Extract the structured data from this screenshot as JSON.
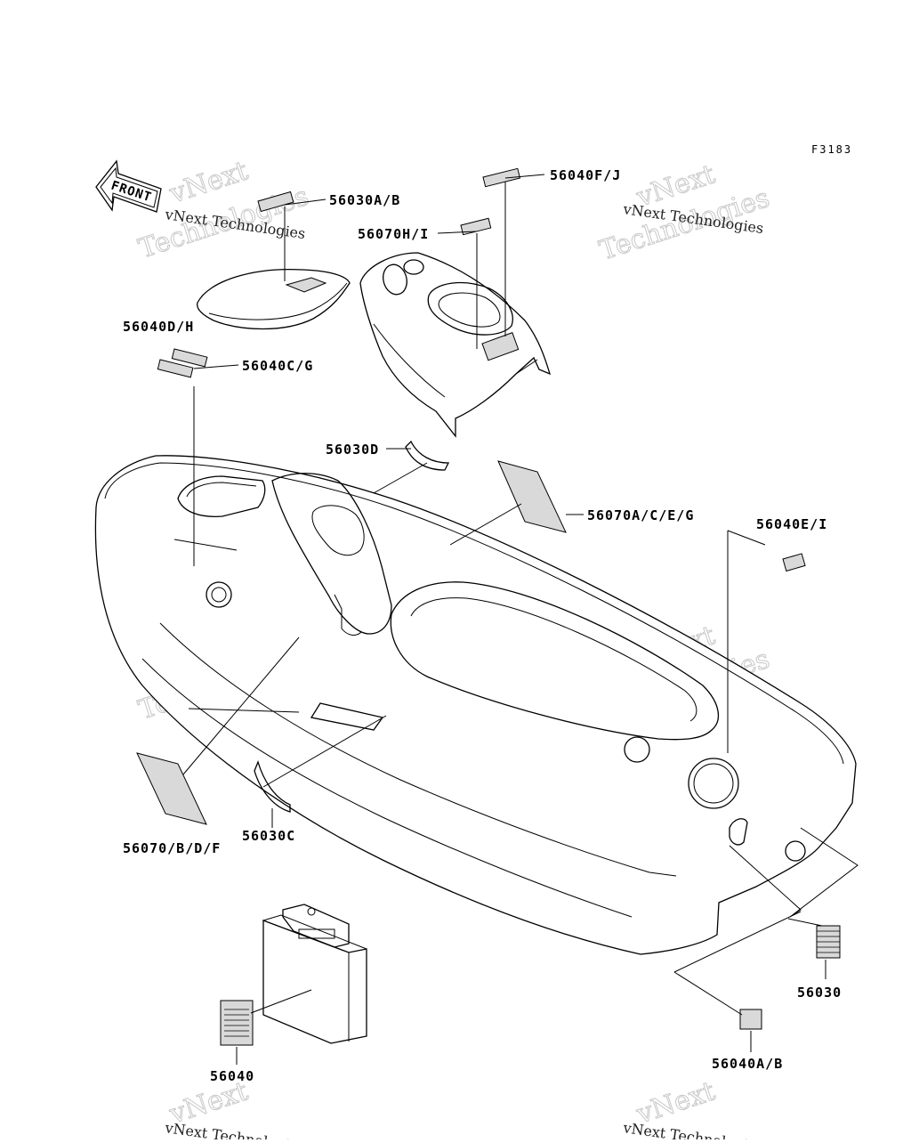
{
  "figure_code": "F3183",
  "front_badge": "FRONT",
  "watermark": {
    "line1": "vNext Technologies",
    "line2a": "vNext",
    "line2b": "Technologies"
  },
  "callouts": [
    {
      "id": "56030AB",
      "text": "56030A/B"
    },
    {
      "id": "56040FJ",
      "text": "56040F/J"
    },
    {
      "id": "56070HI",
      "text": "56070H/I"
    },
    {
      "id": "56040DH",
      "text": "56040D/H"
    },
    {
      "id": "56040CG",
      "text": "56040C/G"
    },
    {
      "id": "56030D",
      "text": "56030D"
    },
    {
      "id": "56070ACEG",
      "text": "56070A/C/E/G"
    },
    {
      "id": "56040EI",
      "text": "56040E/I"
    },
    {
      "id": "56070BDF",
      "text": "56070/B/D/F"
    },
    {
      "id": "56030C",
      "text": "56030C"
    },
    {
      "id": "56030",
      "text": "56030"
    },
    {
      "id": "56040",
      "text": "56040"
    },
    {
      "id": "56040AB",
      "text": "56040A/B"
    }
  ]
}
